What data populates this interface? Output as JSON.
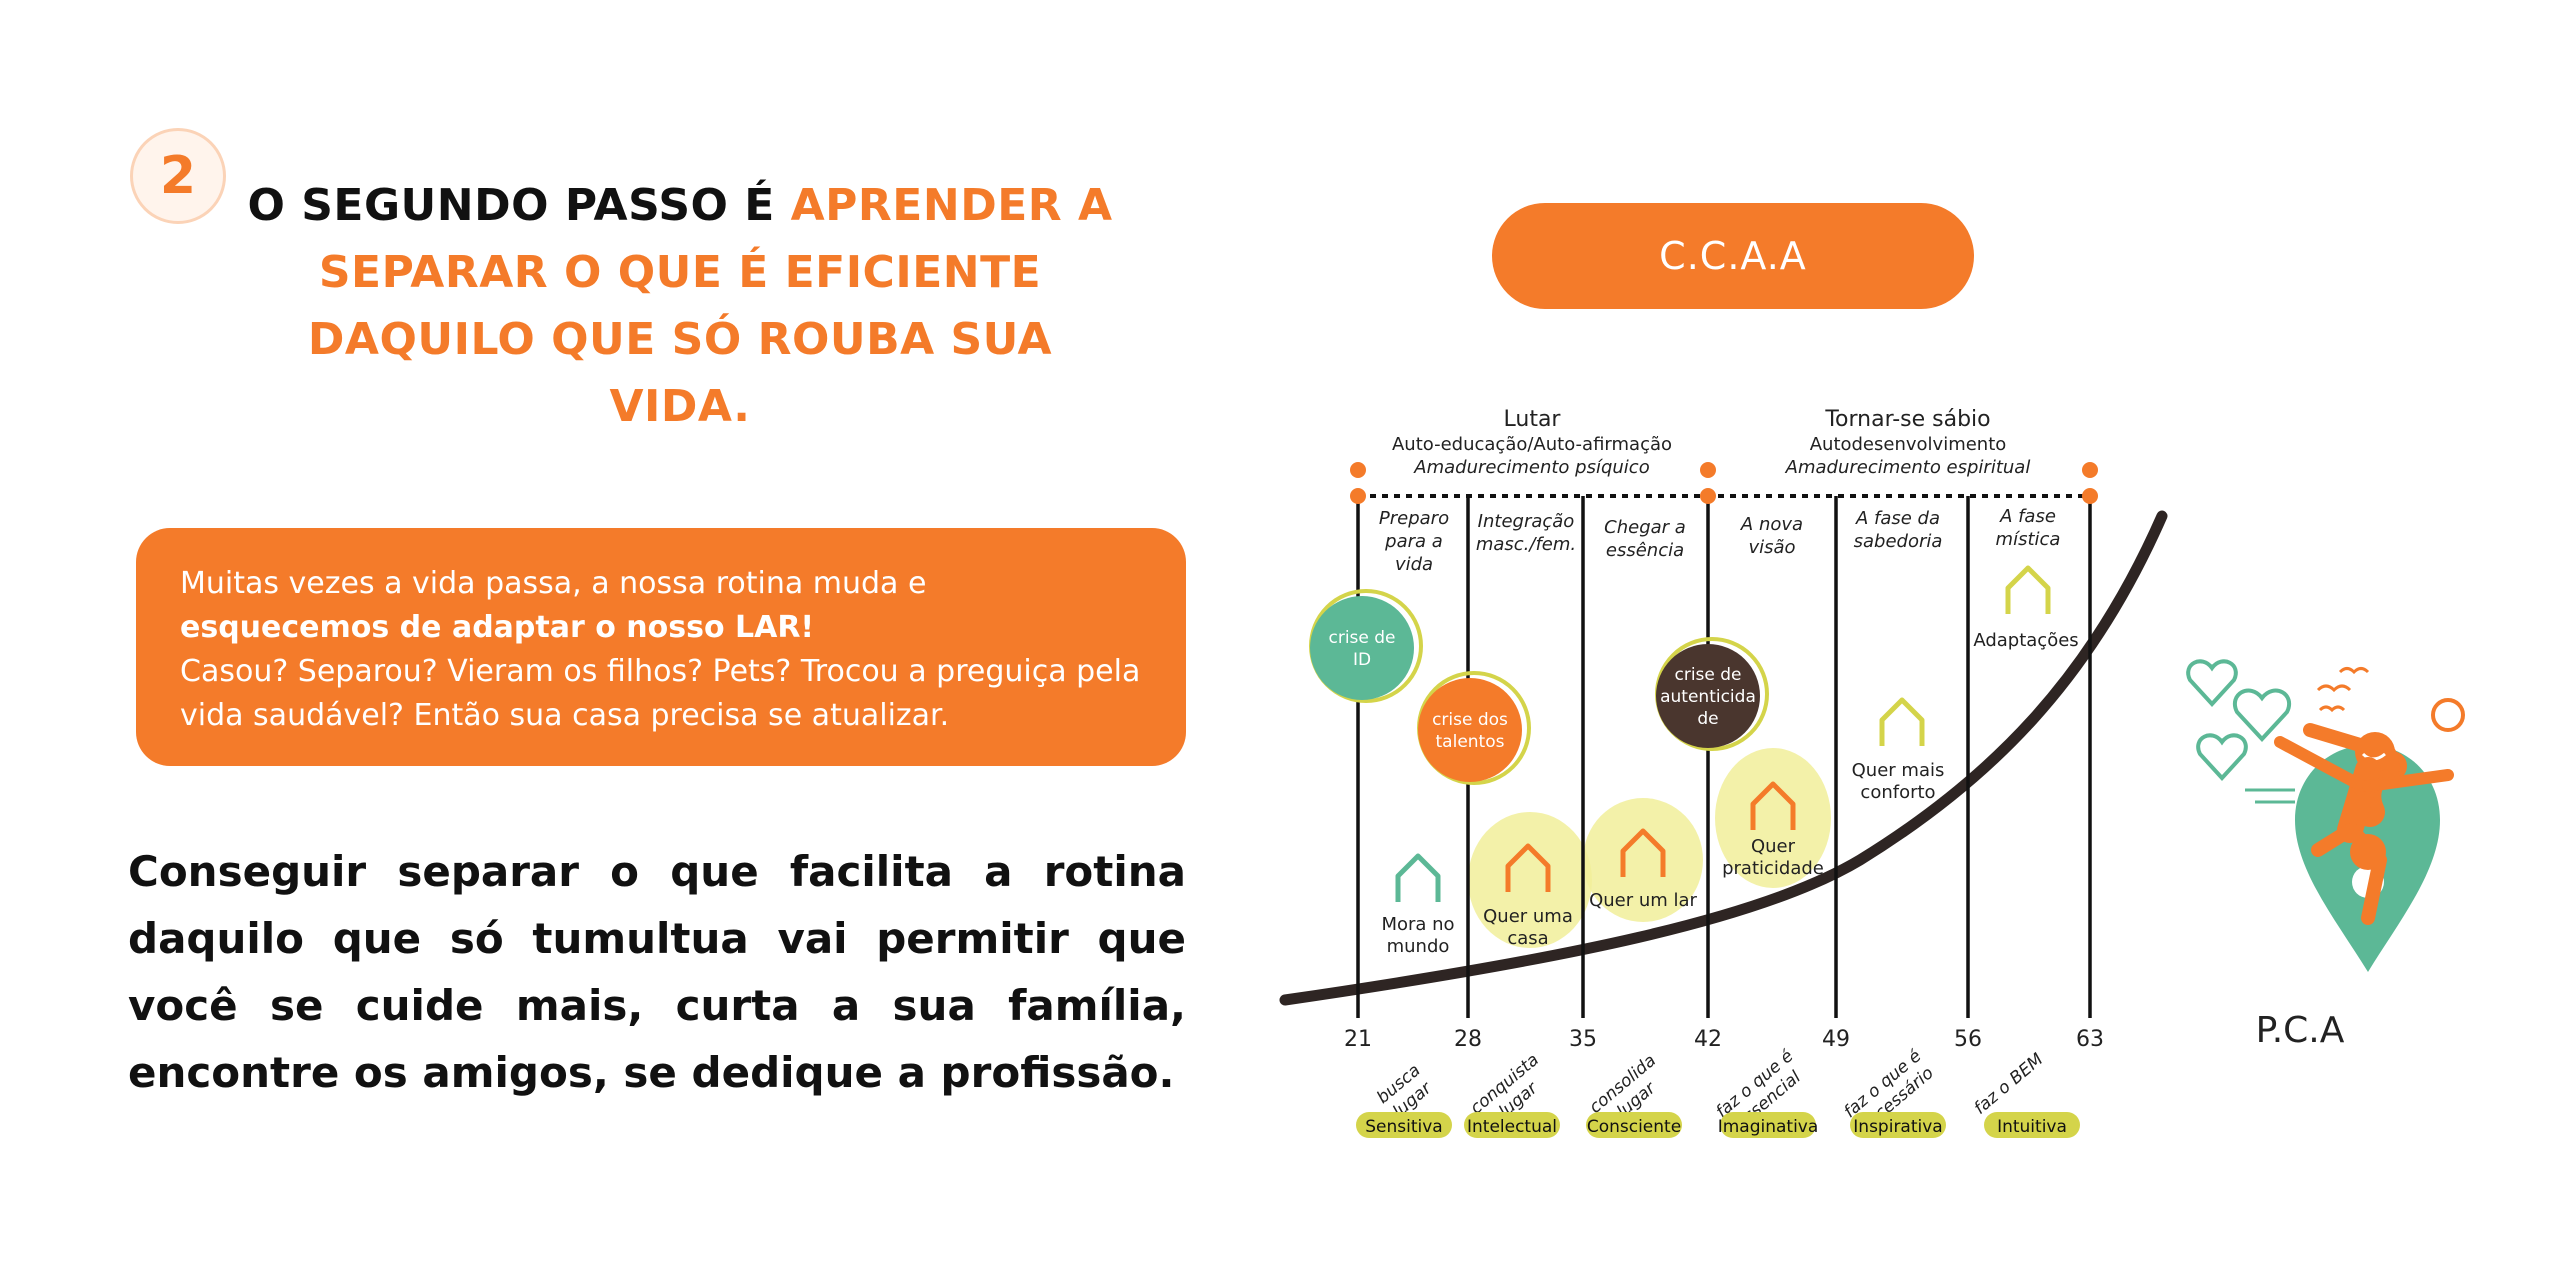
{
  "step": {
    "number": "2"
  },
  "headline": {
    "part1": "O SEGUNDO PASSO É ",
    "part2": "APRENDER A SEPARAR O QUE É EFICIENTE DAQUILO QUE SÓ ROUBA SUA VIDA."
  },
  "info_box": {
    "text1": "Muitas vezes a vida passa, a nossa rotina muda e ",
    "bold1": "esquecemos de adaptar o nosso LAR!",
    "text2": "Casou? Separou? Vieram os filhos? Pets? Trocou a preguiça pela vida saudável? Então sua casa precisa se atualizar."
  },
  "body_text": "Conseguir separar o que facilita a rotina daquilo que só tumultua vai permitir que você se cuide mais, curta a sua família, encontre os amigos, se dedique a profissão.",
  "pill": {
    "label": "C.C.A.A"
  },
  "pca_label": "P.C.A",
  "diagram": {
    "groups": [
      {
        "title": "Lutar",
        "sub1": "Auto-educação/Auto-afirmação",
        "sub2": "Amadurecimento psíquico"
      },
      {
        "title": "Tornar-se sábio",
        "sub1": "Autodesenvolvimento",
        "sub2": "Amadurecimento espiritual"
      }
    ],
    "ages": [
      "21",
      "28",
      "35",
      "42",
      "49",
      "56",
      "63"
    ],
    "phases": [
      "Preparo\npara a\nvida",
      "Integração\nmasc./fem.",
      "Chegar a\nessência",
      "A nova\nvisão",
      "A fase da\nsabedoria",
      "A fase\nmística"
    ],
    "crises": [
      {
        "label": "crise de\nID",
        "color": "#5cb896"
      },
      {
        "label": "crise dos\ntalentos",
        "color": "#f47b2a"
      },
      {
        "label": "crise de\nautenticida\nde",
        "color": "#4a362e"
      }
    ],
    "houses": [
      {
        "label": "Mora no\nmundo",
        "color": "#5cb896",
        "highlight": false
      },
      {
        "label": "Quer uma\ncasa",
        "color": "#f47b2a",
        "highlight": true
      },
      {
        "label": "Quer um lar",
        "color": "#f47b2a",
        "highlight": true
      },
      {
        "label": "Quer\npraticidade",
        "color": "#f47b2a",
        "highlight": true
      },
      {
        "label": "Quer mais\nconforto",
        "color": "#d4d44a",
        "highlight": false
      },
      {
        "label": "Adaptações",
        "color": "#d4d44a",
        "highlight": false
      }
    ],
    "bottom_phrases": [
      "busca\nlugar",
      "conquista\nlugar",
      "consolida\nlugar",
      "faz o que é\nessencial",
      "faz o que é\nnecessário",
      "faz o BEM"
    ],
    "tags": [
      "Sensitiva",
      "Intelectual",
      "Consciente",
      "Imaginativa",
      "Inspirativa",
      "Intuitiva"
    ],
    "colors": {
      "accent": "#f47b2a",
      "green": "#5cb896",
      "brown": "#4a362e",
      "yellow": "#d4d44a",
      "highlight": "#f1ee9a",
      "curve": "#2e2523"
    }
  }
}
